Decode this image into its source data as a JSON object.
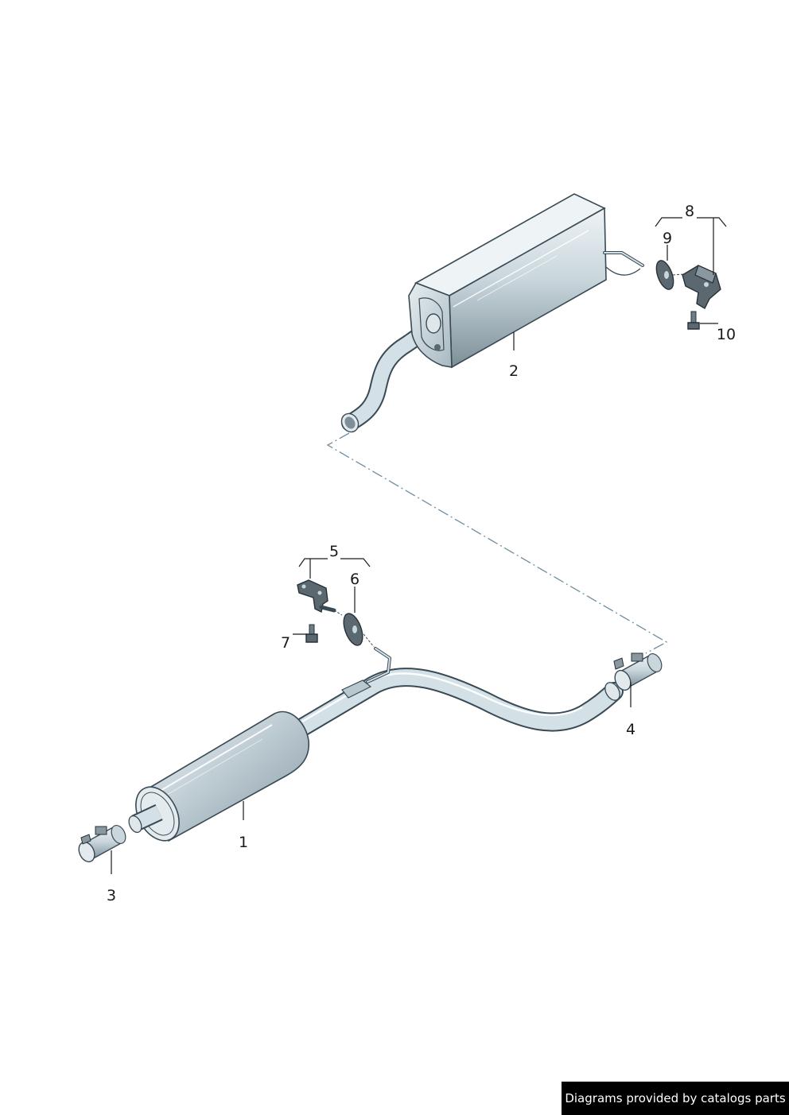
{
  "callouts": {
    "p1": "1",
    "p2": "2",
    "p3": "3",
    "p4": "4",
    "p5": "5",
    "p6": "6",
    "p7": "7",
    "p8": "8",
    "p9": "9",
    "p10": "10"
  },
  "credit": "Diagrams provided by catalogs parts",
  "colors": {
    "metal_light": "#eef3f5",
    "metal_mid": "#b9c8cf",
    "metal_dark": "#7d8f98",
    "outline": "#3a4a55",
    "dash_line": "#6f8da0",
    "banner_bg": "#000000",
    "banner_text": "#ffffff"
  }
}
